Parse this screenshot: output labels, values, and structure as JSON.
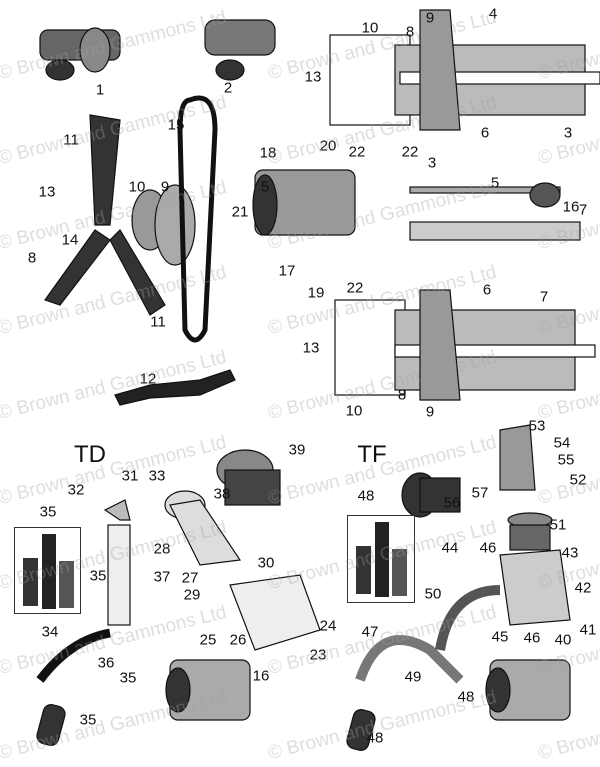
{
  "diagram": {
    "watermark": "© Brown and Gammons Ltd",
    "section_titles": {
      "td": "TD",
      "tf": "TF"
    },
    "labels": [
      "1",
      "2",
      "10",
      "9",
      "4",
      "8",
      "13",
      "6",
      "3",
      "11",
      "15",
      "18",
      "20",
      "22",
      "22",
      "3",
      "5",
      "16",
      "9",
      "13",
      "10",
      "14",
      "8",
      "21",
      "17",
      "19",
      "22",
      "5",
      "7",
      "11",
      "12",
      "6",
      "7",
      "13",
      "10",
      "8",
      "9",
      "39",
      "31",
      "33",
      "32",
      "38",
      "35",
      "28",
      "30",
      "35",
      "37",
      "27",
      "29",
      "34",
      "25",
      "26",
      "24",
      "23",
      "36",
      "35",
      "16",
      "35",
      "53",
      "54",
      "55",
      "52",
      "57",
      "56",
      "48",
      "51",
      "44",
      "46",
      "43",
      "42",
      "50",
      "45",
      "46",
      "40",
      "41",
      "47",
      "49",
      "48",
      "48"
    ]
  }
}
